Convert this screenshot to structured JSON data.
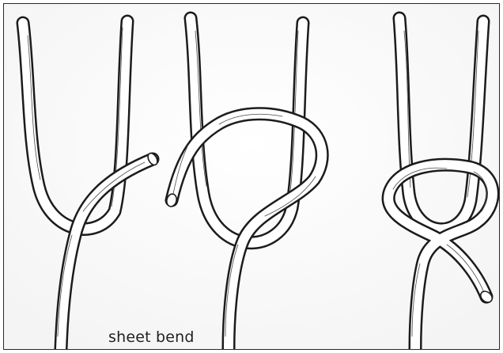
{
  "caption": "sheet bend",
  "illustration": {
    "subject": "sheet-bend-knot",
    "steps": 3,
    "rope_color": "#ffffff",
    "outline_color": "#1c1c1c",
    "background": "#ffffff"
  }
}
